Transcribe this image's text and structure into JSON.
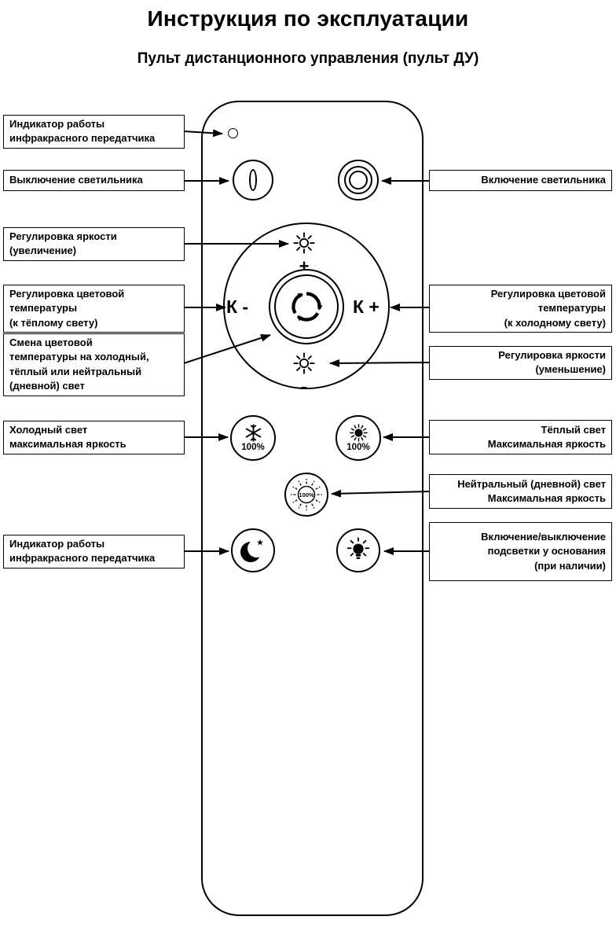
{
  "title": "Инструкция по эксплуатации",
  "subtitle": "Пульт дистанционного управления (пульт ДУ)",
  "labels": {
    "left": [
      "Индикатор работы\nинфракрасного передатчика",
      "Выключение светильника",
      "Регулировка яркости\n(увеличение)",
      "Регулировка цветовой\nтемпературы\n(к тёплому свету)",
      "Смена цветовой\nтемпературы на холодный,\nтёплый или нейтральный\n(дневной) свет",
      "Холодный свет\nмаксимальная яркость",
      "Индикатор работы\nинфракрасного передатчика"
    ],
    "right": [
      "Включение светильника",
      "Регулировка цветовой\nтемпературы\n(к холодному свету)",
      "Регулировка яркости\n(уменьшение)",
      "Тёплый свет\nМаксимальная яркость",
      "Нейтральный (дневной) свет\nМаксимальная яркость",
      "Включение/выключение\nподсветки у основания\n(при наличии)"
    ]
  },
  "remote": {
    "k_minus": "К -",
    "k_plus": "К +",
    "plus": "+",
    "minus": "-",
    "cold_percent": "100%",
    "warm_percent": "100%",
    "neutral_percent": "100%",
    "star": "★"
  },
  "colors": {
    "ink": "#000000",
    "paper": "#ffffff"
  }
}
